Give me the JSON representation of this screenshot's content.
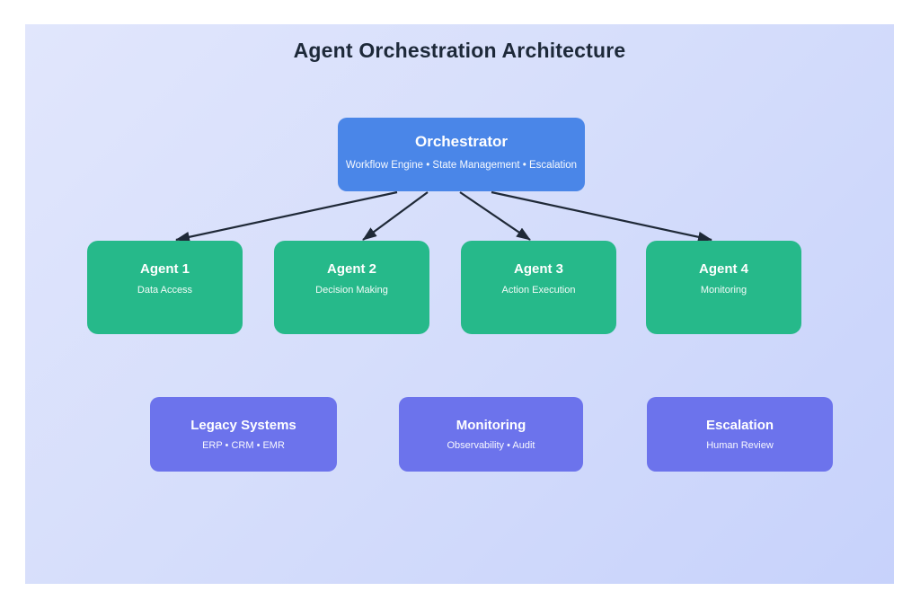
{
  "diagram": {
    "title": "Agent Orchestration Architecture",
    "orchestrator": {
      "title": "Orchestrator",
      "subtitle": "Workflow Engine • State Management • Escalation"
    },
    "agents": [
      {
        "title": "Agent 1",
        "subtitle": "Data Access"
      },
      {
        "title": "Agent 2",
        "subtitle": "Decision Making"
      },
      {
        "title": "Agent 3",
        "subtitle": "Action Execution"
      },
      {
        "title": "Agent 4",
        "subtitle": "Monitoring"
      }
    ],
    "systems": [
      {
        "title": "Legacy Systems",
        "subtitle": "ERP • CRM • EMR"
      },
      {
        "title": "Monitoring",
        "subtitle": "Observability • Audit"
      },
      {
        "title": "Escalation",
        "subtitle": "Human Review"
      }
    ],
    "edges": [
      {
        "from": "Orchestrator",
        "to": "Agent 1"
      },
      {
        "from": "Orchestrator",
        "to": "Agent 2"
      },
      {
        "from": "Orchestrator",
        "to": "Agent 3"
      },
      {
        "from": "Orchestrator",
        "to": "Agent 4"
      }
    ]
  },
  "colors": {
    "page_background": "#ffffff",
    "panel_gradient_start": "#e1e6fc",
    "panel_gradient_end": "#c7d2fb",
    "orchestrator_fill": "#4a86e8",
    "agent_fill": "#26b98a",
    "system_fill": "#6c73ec",
    "node_text": "#ffffff",
    "arrow": "#1f2937",
    "title_text": "#1d2939"
  }
}
